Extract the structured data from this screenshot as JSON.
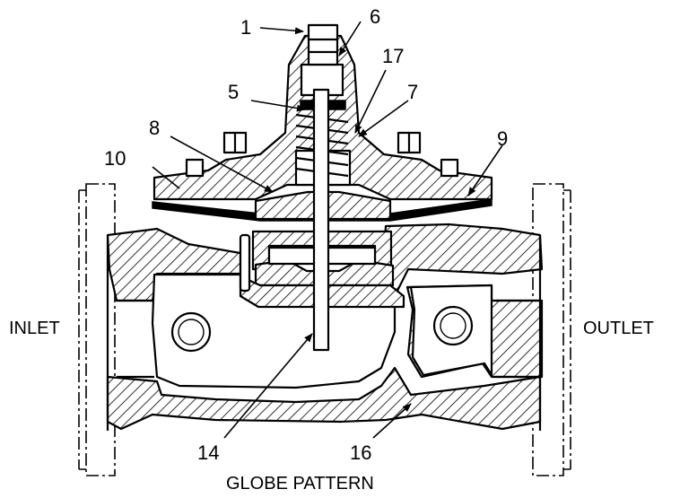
{
  "caption": "GLOBE PATTERN",
  "side_labels": {
    "inlet": "INLET",
    "outlet": "OUTLET"
  },
  "callouts": {
    "c1": "1",
    "c5": "5",
    "c6": "6",
    "c7": "7",
    "c8": "8",
    "c9": "9",
    "c10": "10",
    "c14": "14",
    "c16": "16",
    "c17": "17"
  }
}
